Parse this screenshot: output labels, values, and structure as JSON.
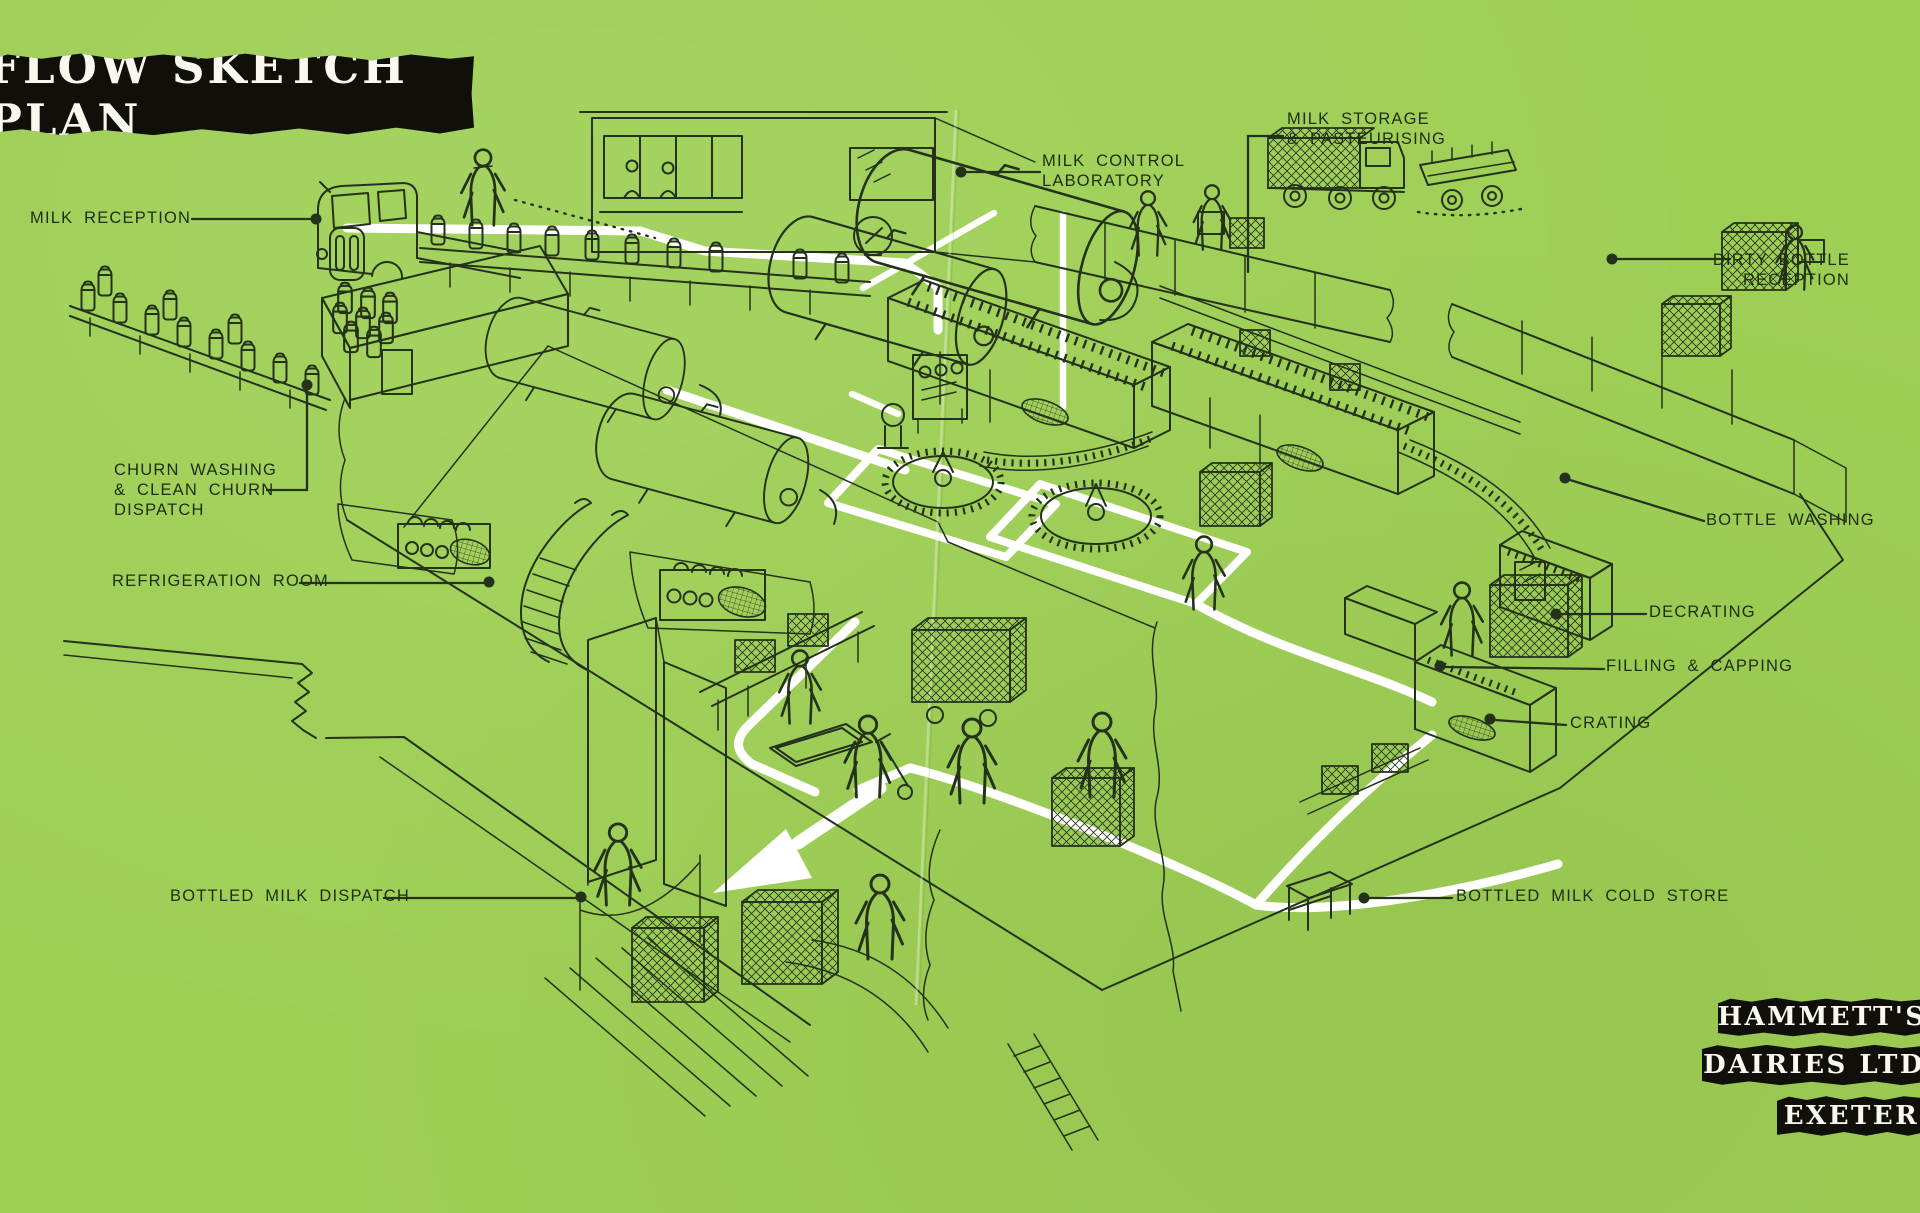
{
  "page": {
    "title": "FLOW SKETCH PLAN"
  },
  "brand": {
    "line1": "HAMMETT'S",
    "line2": "DAIRIES LTD",
    "line3": "EXETER"
  },
  "colors": {
    "background": "#9ecf55",
    "ink": "#24321a",
    "banner_black": "#100f0a",
    "banner_text": "#faf8ee",
    "flow_path": "#ffffff"
  },
  "labels": {
    "milk_reception": "MILK RECEPTION",
    "churn_washing_line1": "CHURN WASHING",
    "churn_washing_line2": "& CLEAN CHURN",
    "churn_washing_line3": "DISPATCH",
    "refrigeration_room": "REFRIGERATION ROOM",
    "bottled_milk_dispatch": "BOTTLED MILK DISPATCH",
    "milk_control_line1": "MILK CONTROL",
    "milk_control_line2": "LABORATORY",
    "milk_storage_line1": "MILK STORAGE",
    "milk_storage_line2": "& PASTEURISING",
    "dirty_bottle_line1": "DIRTY BOTTLE",
    "dirty_bottle_line2": "RECEPTION",
    "bottle_washing": "BOTTLE WASHING",
    "decrating": "DECRATING",
    "filling_capping": "FILLING & CAPPING",
    "crating": "CRATING",
    "bottled_milk_cold_store": "BOTTLED MILK COLD STORE"
  }
}
